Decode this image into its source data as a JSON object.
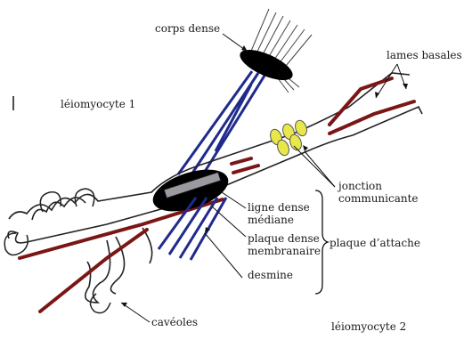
{
  "labels": {
    "corps_dense": "corps dense",
    "lames_basales": "lames basales",
    "leiomyocyte_1": "léiomyocyte 1",
    "leiomyocyte_2": "léiomyocyte 2",
    "jonction": "jonction",
    "communicante": "communicante",
    "ligne_dense": "ligne dense",
    "mediane": "médiane",
    "plaque_dense": "plaque dense",
    "membranaire": "membranaire",
    "desmine": "desmine",
    "plaque_attache": "plaque d’attache",
    "caveoles": "cavéoles"
  },
  "colors": {
    "membrane": "#222222",
    "basal_lamina": "#7a1616",
    "desmin": "#1f2a8c",
    "dense": "#000000",
    "gap_junction": "#e8e84a",
    "median_line": "#9a9aa0"
  }
}
